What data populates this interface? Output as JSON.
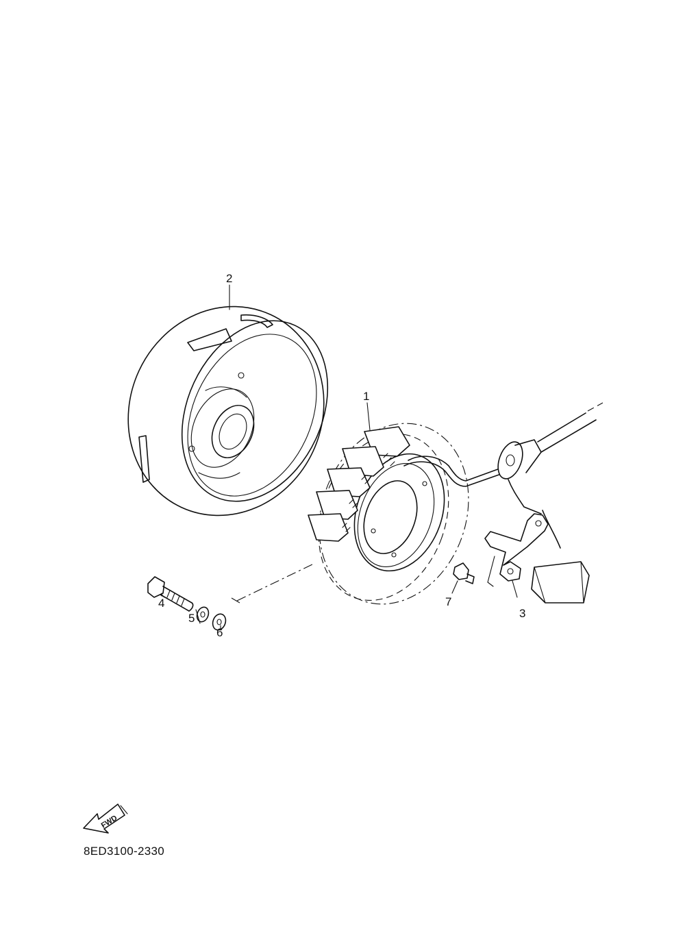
{
  "callouts": {
    "stator": "1",
    "rotor": "2",
    "bracket": "3",
    "bolt": "4",
    "washer_small": "5",
    "washer_large": "6",
    "screw": "7"
  },
  "fwd_indicator": {
    "label": "FWD",
    "icon": "fwd-arrow-icon"
  },
  "part_code": "8ED3100-2330"
}
